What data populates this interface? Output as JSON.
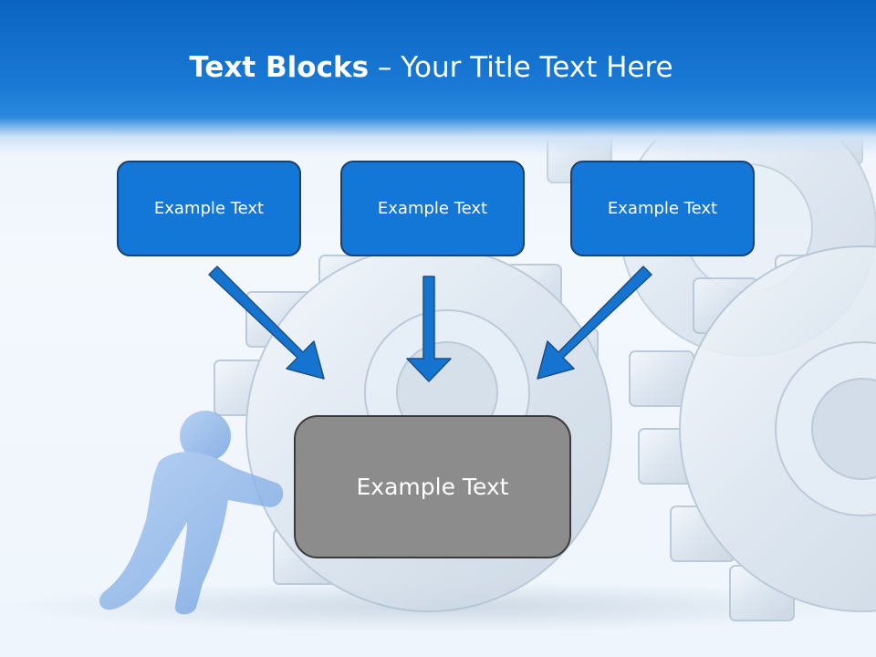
{
  "slide": {
    "title_bold": "Text Blocks",
    "title_dash": " – ",
    "title_rest": "Your Title Text Here"
  },
  "boxes": {
    "top": [
      {
        "label": "Example Text"
      },
      {
        "label": "Example Text"
      },
      {
        "label": "Example Text"
      }
    ],
    "center": {
      "label": "Example Text"
    }
  },
  "colors": {
    "header_blue": "#1a7ad6",
    "box_blue": "#1277d6",
    "box_border": "#1d3f6b",
    "center_gray": "#8c8c8c",
    "arrow_blue": "#1474d0"
  },
  "icons": [
    "gear-icon",
    "figure-pushing-icon",
    "arrow-down-right-icon",
    "arrow-down-icon",
    "arrow-down-left-icon"
  ]
}
